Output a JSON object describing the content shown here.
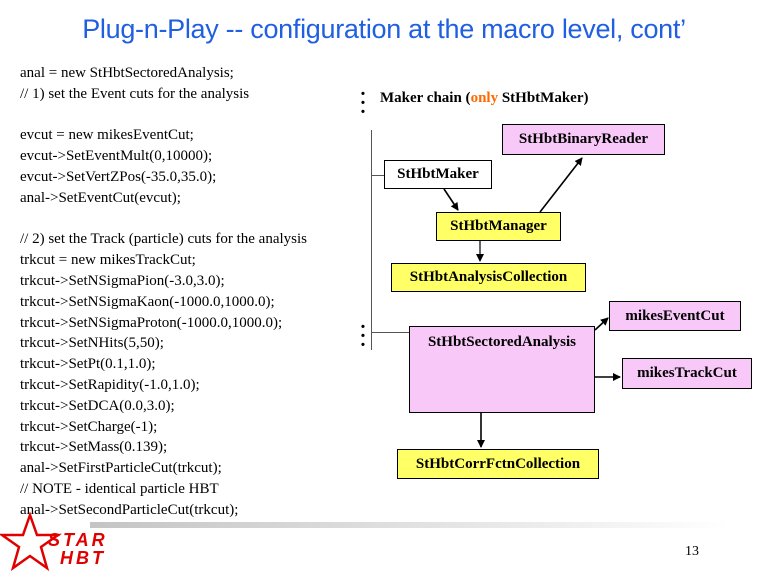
{
  "slide": {
    "title": "Plug-n-Play -- configuration at the macro level, cont’",
    "page_number": "13"
  },
  "code_lines": [
    "anal = new StHbtSectoredAnalysis;",
    "// 1) set the Event cuts for the analysis",
    "",
    "evcut = new mikesEventCut;",
    "evcut->SetEventMult(0,10000);",
    "evcut->SetVertZPos(-35.0,35.0);",
    "anal->SetEventCut(evcut);",
    "",
    "// 2) set the Track (particle) cuts for the analysis",
    "trkcut = new mikesTrackCut;",
    "trkcut->SetNSigmaPion(-3.0,3.0);",
    "trkcut->SetNSigmaKaon(-1000.0,1000.0);",
    "trkcut->SetNSigmaProton(-1000.0,1000.0);",
    "trkcut->SetNHits(5,50);",
    "trkcut->SetPt(0.1,1.0);",
    "trkcut->SetRapidity(-1.0,1.0);",
    "trkcut->SetDCA(0.0,3.0);",
    "trkcut->SetCharge(-1);",
    "trkcut->SetMass(0.139);",
    "anal->SetFirstParticleCut(trkcut);",
    "// NOTE - identical particle HBT",
    "anal->SetSecondParticleCut(trkcut);"
  ],
  "diagram": {
    "chain_label_prefix": "Maker chain (",
    "chain_label_highlight": "only",
    "chain_label_suffix": " StHbtMaker)",
    "boxes": {
      "binary_reader": "StHbtBinaryReader",
      "maker": "StHbtMaker",
      "manager": "StHbtManager",
      "analysis_collection": "StHbtAnalysisCollection",
      "sectored_analysis": "StHbtSectoredAnalysis",
      "event_cut": "mikesEventCut",
      "track_cut": "mikesTrackCut",
      "corr_fctn_collection": "StHbtCorrFctnCollection"
    }
  },
  "logo": {
    "line1": "STAR",
    "line2": "HBT"
  },
  "colors": {
    "title": "#1f5fe0",
    "highlight": "#ff6a00",
    "pink_box": "#f8c8f8",
    "yellow_box": "#ffff66",
    "logo_red": "#e00000"
  }
}
